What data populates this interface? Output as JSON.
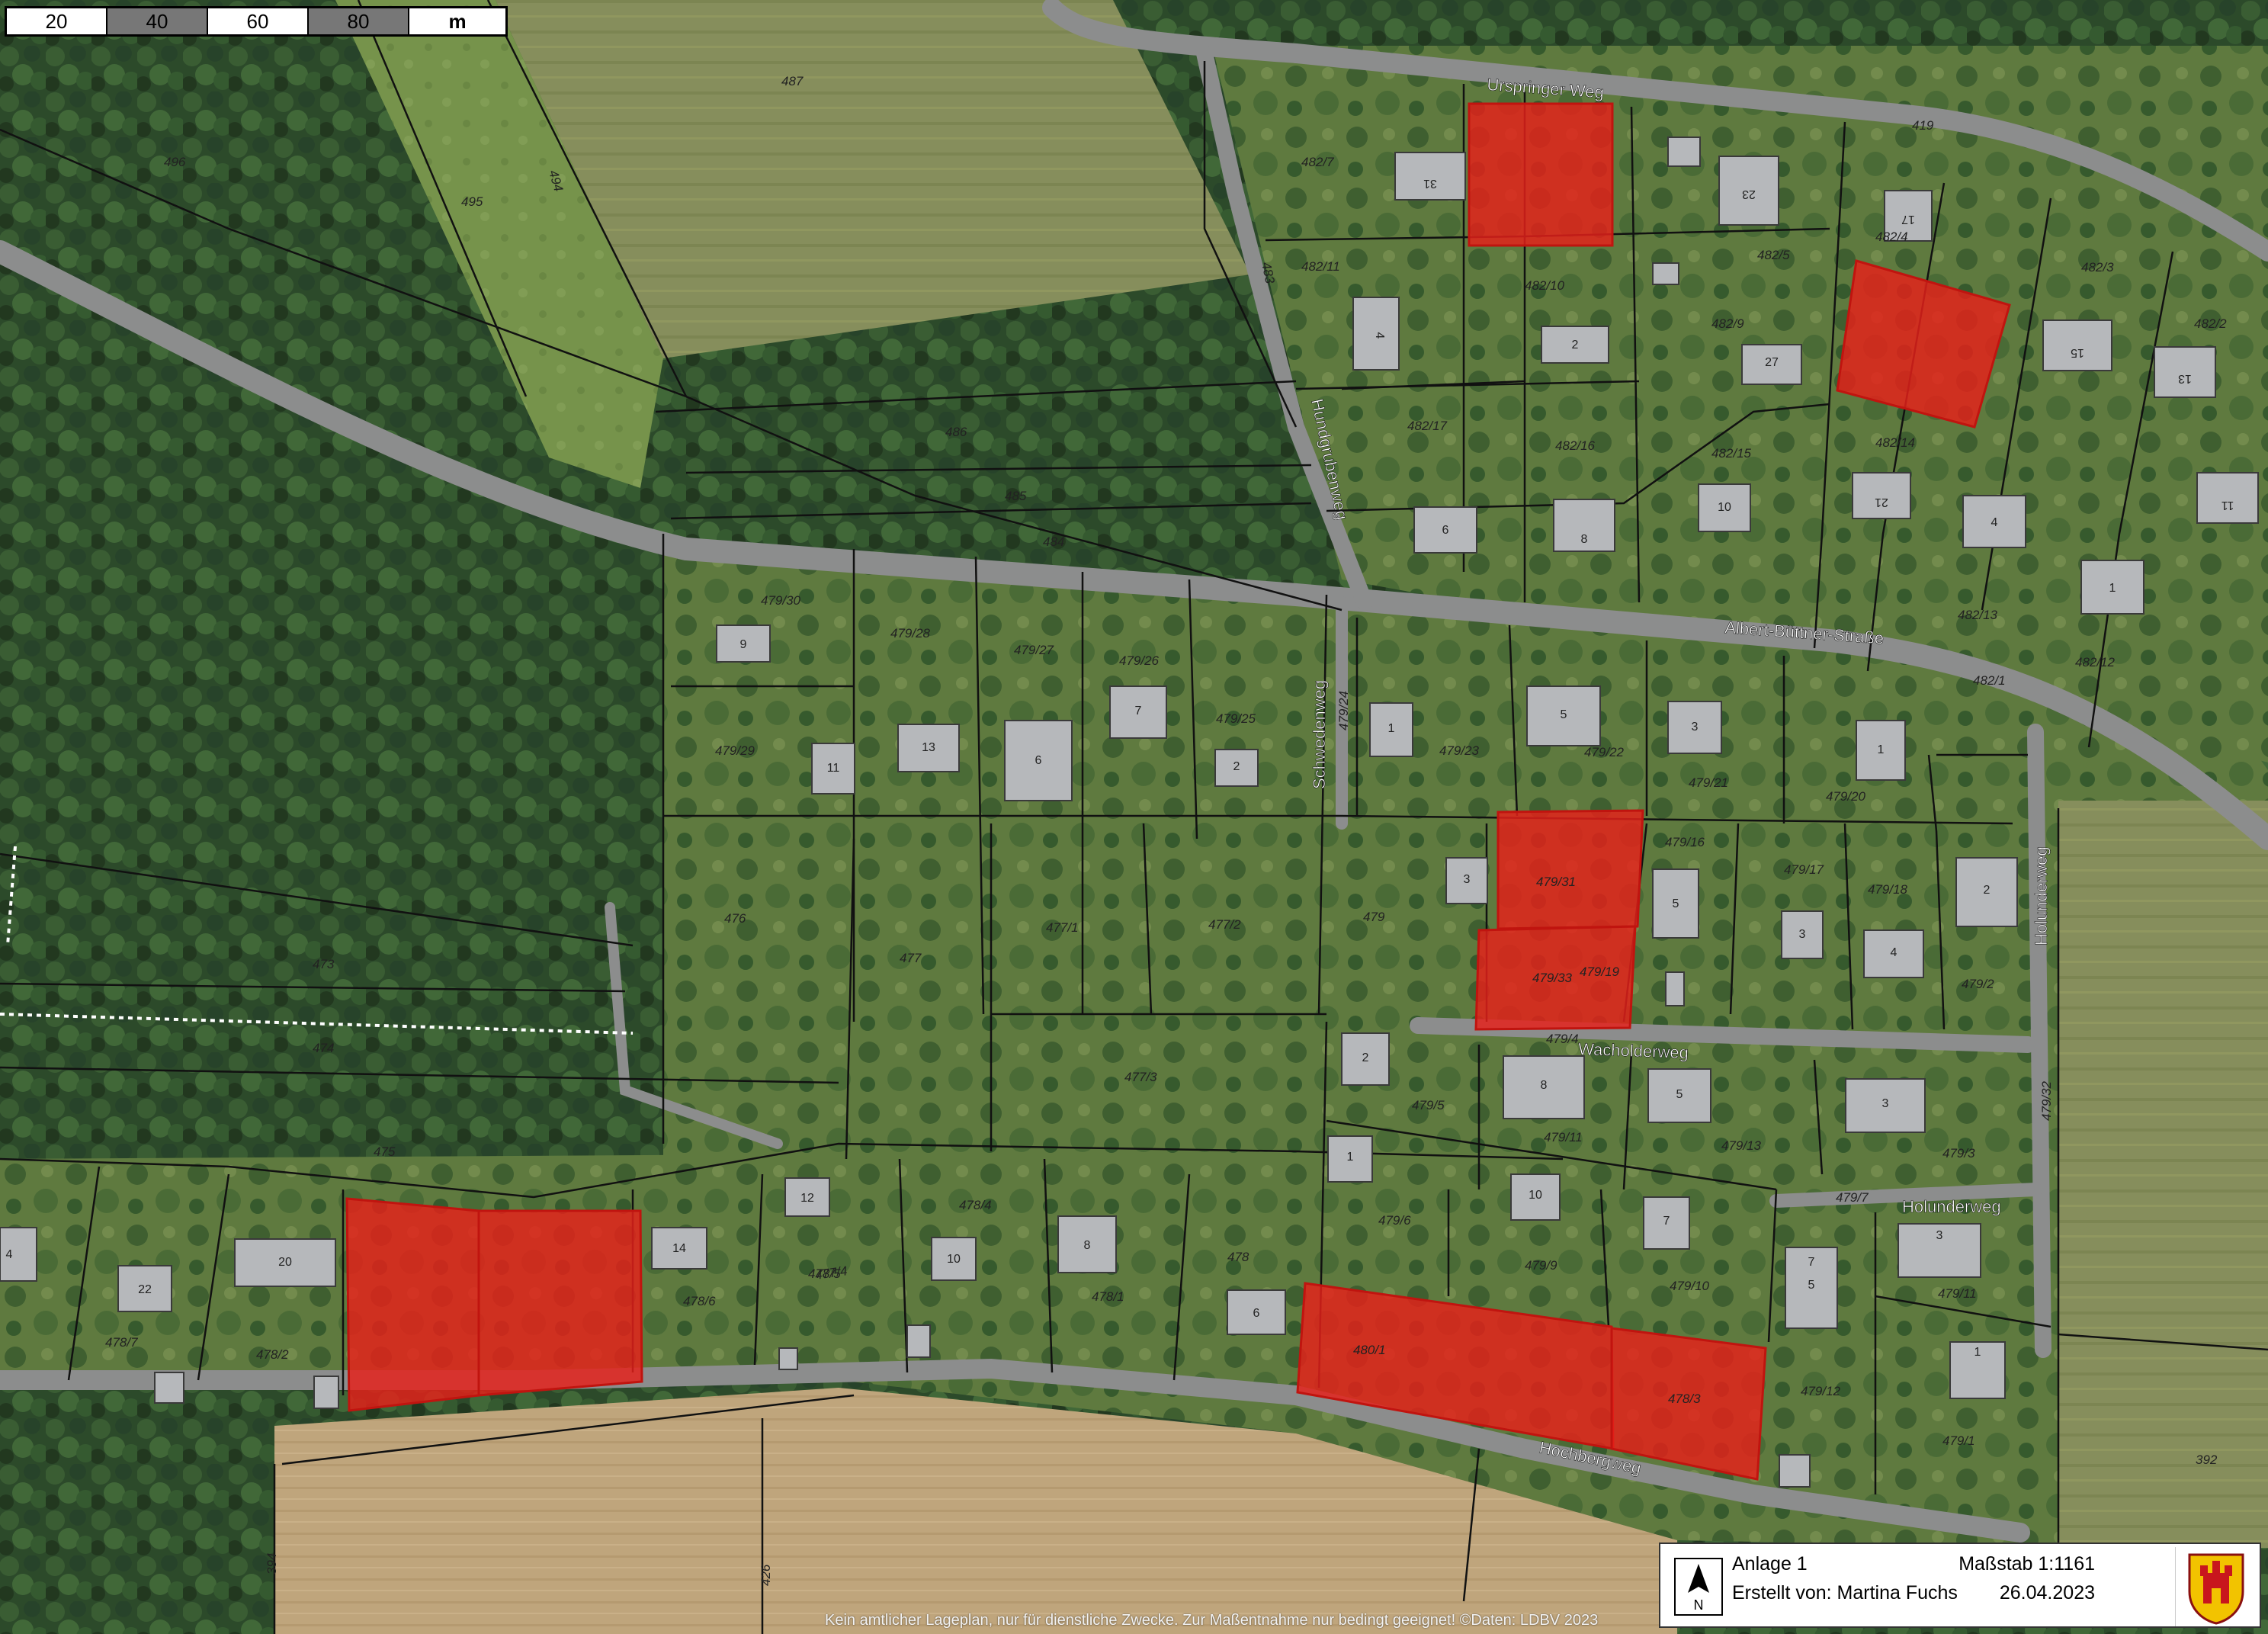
{
  "scalebar": {
    "segments": [
      "20",
      "40",
      "60",
      "80"
    ],
    "unit": "m"
  },
  "streets": [
    "Urspringer Weg",
    "Albert-Büttner-Straße",
    "Hundgrubenweg",
    "Schwedenweg",
    "Wacholderweg",
    "Holunderweg",
    "Holunderweg",
    "Hochbergweg"
  ],
  "parcels": [
    "487",
    "496",
    "495",
    "494",
    "486",
    "485",
    "484",
    "483",
    "419",
    "482/7",
    "482/11",
    "482/10",
    "482/5",
    "482/4",
    "482/3",
    "482/2",
    "482/9",
    "482/17",
    "482/16",
    "482/15",
    "482/14",
    "482/13",
    "482/12",
    "482/1",
    "479/30",
    "479/28",
    "479/27",
    "479/26",
    "479/25",
    "479/24",
    "479/23",
    "479/22",
    "479/21",
    "479/20",
    "479/29",
    "476",
    "473",
    "474",
    "475",
    "477",
    "477/1",
    "477/2",
    "477/3",
    "477/4",
    "479",
    "479/31",
    "479/33",
    "479/19",
    "479/16",
    "479/17",
    "479/18",
    "479/2",
    "479/4",
    "479/5",
    "479/11",
    "479/13",
    "479/3",
    "479/7",
    "479/6",
    "479/9",
    "479/10",
    "479/12",
    "479/11",
    "479/1",
    "479/32",
    "478/3",
    "478/4",
    "478/5",
    "478/6",
    "478/7",
    "478/2",
    "478/1",
    "478",
    "480/1",
    "392",
    "394",
    "426"
  ],
  "house_numbers": [
    "31",
    "23",
    "17",
    "15",
    "13",
    "11",
    "4",
    "2",
    "27",
    "21",
    "6",
    "8",
    "10",
    "4",
    "1",
    "9",
    "13",
    "11",
    "6",
    "7",
    "2",
    "1",
    "5",
    "3",
    "1",
    "3",
    "5",
    "3",
    "4",
    "2",
    "2",
    "8",
    "5",
    "3",
    "1",
    "10",
    "7",
    "7",
    "3",
    "12",
    "14",
    "10",
    "8",
    "6",
    "20",
    "22",
    "4",
    "5",
    "1"
  ],
  "colors": {
    "highlight": "#e8201a",
    "parcel_line": "#111111",
    "forest_dark": "#223b22",
    "forest_mid": "#33532c",
    "meadow": "#7f8a55",
    "field": "#b9a078",
    "road": "#8f9090",
    "roof": "#b7b9bc"
  },
  "info_box": {
    "title": "Anlage 1",
    "author": "Erstellt von: Martina Fuchs",
    "scale": "Maßstab 1:1161",
    "date": "26.04.2023",
    "north": "N",
    "coat_icon": "coat-of-arms-icon"
  },
  "disclaimer": "Kein amtlicher Lageplan, nur für dienstliche Zwecke. Zur Maßentnahme nur bedingt geeignet! ©Daten: LDBV 2023"
}
